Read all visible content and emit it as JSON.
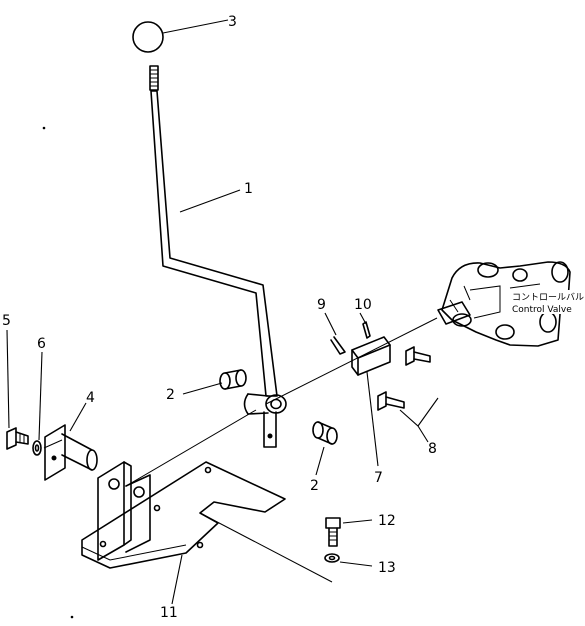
{
  "diagram": {
    "callouts": {
      "c1": "1",
      "c2a": "2",
      "c2b": "2",
      "c3": "3",
      "c4": "4",
      "c5": "5",
      "c6": "6",
      "c7": "7",
      "c8": "8",
      "c9": "9",
      "c10": "10",
      "c11": "11",
      "c12": "12",
      "c13": "13"
    },
    "valve_label_jp": "コントロールバルブ",
    "valve_label_en": "Control  Valve"
  }
}
